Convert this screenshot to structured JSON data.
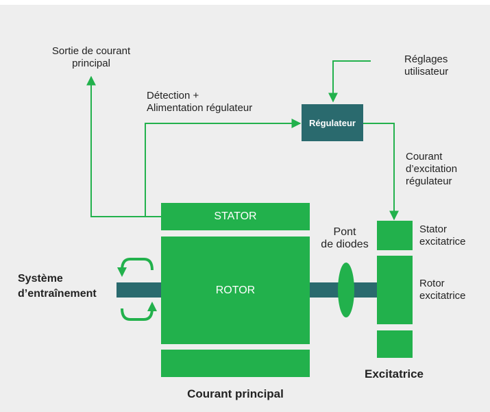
{
  "labels": {
    "sortie": [
      "Sortie de courant",
      "principal"
    ],
    "reglages": [
      "Réglages",
      "utilisateur"
    ],
    "detection": [
      "Détection +",
      "Alimentation régulateur"
    ],
    "courant_exc": [
      "Courant",
      "d’excitation",
      "régulateur"
    ],
    "pont": [
      "Pont",
      "de diodes"
    ],
    "stator_exc": [
      "Stator",
      "excitatrice"
    ],
    "rotor_exc": [
      "Rotor",
      "excitatrice"
    ],
    "systeme": [
      "Système",
      "d’entraînement"
    ],
    "courant_principal": "Courant principal",
    "excitatrice": "Excitatrice"
  },
  "blocks": {
    "regulateur": "Régulateur",
    "stator": "STATOR",
    "rotor": "ROTOR"
  },
  "colors": {
    "background": "#eeeeee",
    "green": "#22b14c",
    "teal": "#2a6a6e",
    "wire": "#22b14c"
  }
}
